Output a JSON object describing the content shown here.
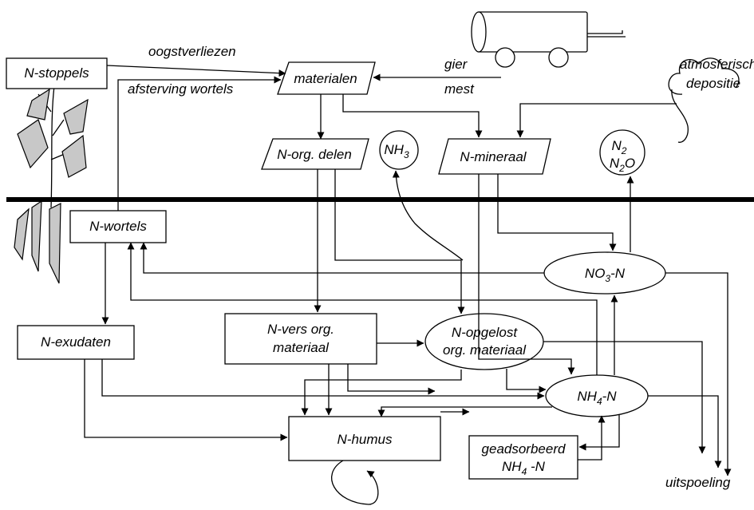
{
  "nodes": {
    "stoppels": "N-stoppels",
    "materialen": "materialen",
    "org_delen": "N-org. delen",
    "nh3": "NH",
    "nh3_sub": "3",
    "mineraal": "N-mineraal",
    "n2": "N",
    "n2_sub": "2",
    "n2o_a": "N",
    "n2o_sub": "2",
    "n2o_b": "O",
    "wortels": "N-wortels",
    "no3_a": "NO",
    "no3_sub": "3",
    "no3_b": "-N",
    "exudaten": "N-exudaten",
    "vers_line1": "N-vers org.",
    "vers_line2": "materiaal",
    "opgelost_line1": "N-opgelost",
    "opgelost_line2": "org. materiaal",
    "nh4_a": "NH",
    "nh4_sub": "4",
    "nh4_b": "-N",
    "humus": "N-humus",
    "geads_line1": "geadsorbeerd",
    "geads_line2_a": "NH",
    "geads_line2_sub": "4",
    "geads_line2_b": " -N"
  },
  "labels": {
    "oogstverliezen": "oogstverliezen",
    "afsterving": "afsterving wortels",
    "gier": "gier",
    "mest": "mest",
    "atmos_line1": "atmosferische",
    "atmos_line2": "depositie",
    "uitspoeling": "uitspoeling"
  },
  "icons": [
    "plant-icon",
    "manure-tank-icon",
    "cloud-icon"
  ]
}
